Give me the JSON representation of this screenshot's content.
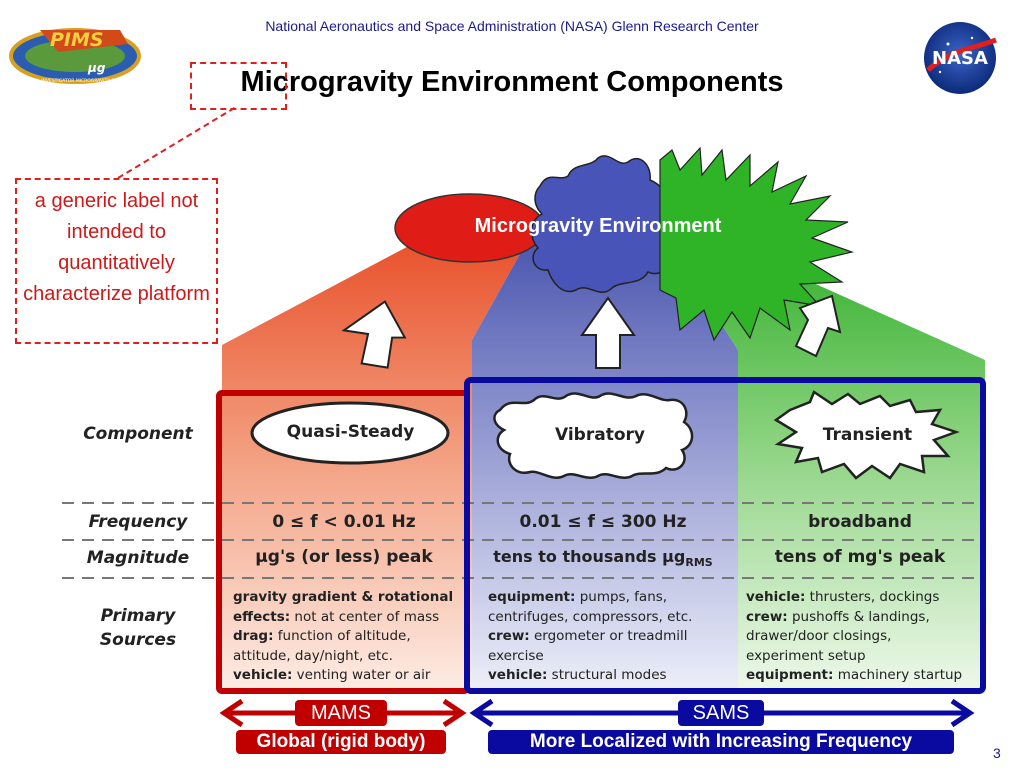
{
  "header": {
    "organization": "National Aeronautics and Space Administration (NASA) Glenn Research Center",
    "title": "Microgravity Environment Components",
    "page_number": "3"
  },
  "logos": {
    "pims": {
      "text": "PIMS",
      "sub": "µg",
      "ring_text": "PRINCIPAL INVESTIGATOR MICROGRAVITY SERVICES"
    },
    "nasa": {
      "text": "NASA"
    }
  },
  "callout": {
    "text": "a generic label not intended to quantitatively characterize platform"
  },
  "diagram": {
    "environment_label": "Microgravity Environment",
    "row_labels": {
      "component": "Component",
      "frequency": "Frequency",
      "magnitude": "Magnitude",
      "sources_line1": "Primary",
      "sources_line2": "Sources"
    },
    "columns": [
      {
        "component": "Quasi-Steady",
        "frequency": "0 ≤ f < 0.01 Hz",
        "magnitude": "µg's (or less) peak",
        "sources": [
          {
            "bold": "gravity gradient & rotational",
            "text": ""
          },
          {
            "bold": "effects:",
            "text": " not at center of mass"
          },
          {
            "bold": "drag:",
            "text": " function of altitude,"
          },
          {
            "bold": "",
            "text": "attitude, day/night, etc."
          },
          {
            "bold": "vehicle:",
            "text": " venting water or air"
          }
        ]
      },
      {
        "component": "Vibratory",
        "frequency": "0.01 ≤ f ≤ 300 Hz",
        "magnitude": "tens to thousands µg",
        "magnitude_sub": "RMS",
        "sources": [
          {
            "bold": "equipment:",
            "text": " pumps, fans,"
          },
          {
            "bold": "",
            "text": "centrifuges, compressors, etc."
          },
          {
            "bold": "crew:",
            "text": " ergometer or treadmill"
          },
          {
            "bold": "",
            "text": "exercise"
          },
          {
            "bold": "vehicle:",
            "text": " structural modes"
          }
        ]
      },
      {
        "component": "Transient",
        "frequency": "broadband",
        "magnitude": "tens of mg's peak",
        "sources": [
          {
            "bold": "vehicle:",
            "text": " thrusters, dockings"
          },
          {
            "bold": "crew:",
            "text": " pushoffs & landings,"
          },
          {
            "bold": "",
            "text": "drawer/door closings,"
          },
          {
            "bold": "",
            "text": "experiment setup"
          },
          {
            "bold": "equipment:",
            "text": " machinery startup"
          }
        ]
      }
    ],
    "systems": [
      {
        "name": "MAMS",
        "description": "Global (rigid body)",
        "color": "#c00000"
      },
      {
        "name": "SAMS",
        "description": "More Localized with Increasing Frequency",
        "color": "#0a0aa0"
      }
    ]
  },
  "colors": {
    "red_region": "#e8603a",
    "blue_region": "#5a64b4",
    "green_region": "#3cb432",
    "mams_frame": "#c00000",
    "sams_frame": "#0a0aa0",
    "callout": "#e02020"
  }
}
